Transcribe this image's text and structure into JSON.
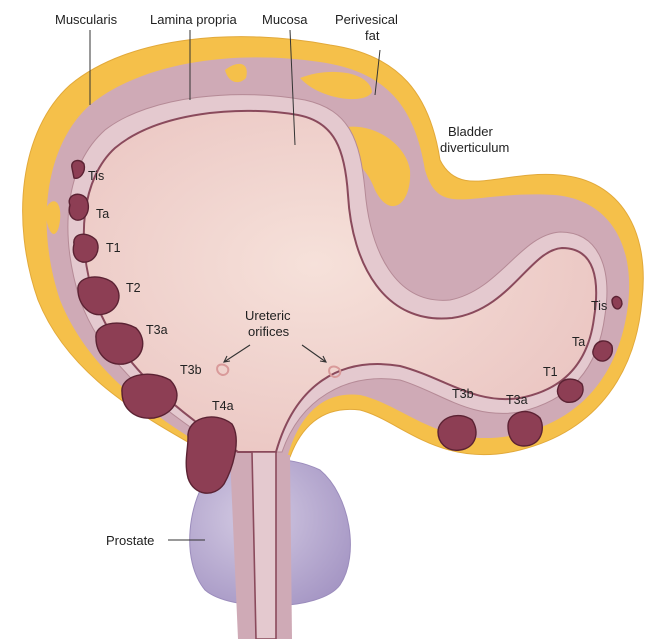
{
  "colors": {
    "fat": "#f5c04a",
    "fat_light": "#f9da88",
    "muscularis": "#cfaab6",
    "lamina": "#e4c9cf",
    "mucosa": "#9a5a6a",
    "lumen": "#f1d5cf",
    "prostate": "#b9acd0",
    "tumor": "#8d3e54",
    "orifice": "#d99a9a"
  },
  "labels": {
    "muscularis": "Muscularis",
    "lamina_propria": "Lamina propria",
    "mucosa": "Mucosa",
    "perivesical_line1": "Perivesical",
    "perivesical_line2": "fat",
    "diverticulum_line1": "Bladder",
    "diverticulum_line2": "diverticulum",
    "ureteric_line1": "Ureteric",
    "ureteric_line2": "orifices",
    "prostate": "Prostate"
  },
  "stages_left": [
    "Tis",
    "Ta",
    "T1",
    "T2",
    "T3a",
    "T3b",
    "T4a"
  ],
  "stages_right": [
    "Tis",
    "Ta",
    "T1",
    "T3a",
    "T3b"
  ]
}
